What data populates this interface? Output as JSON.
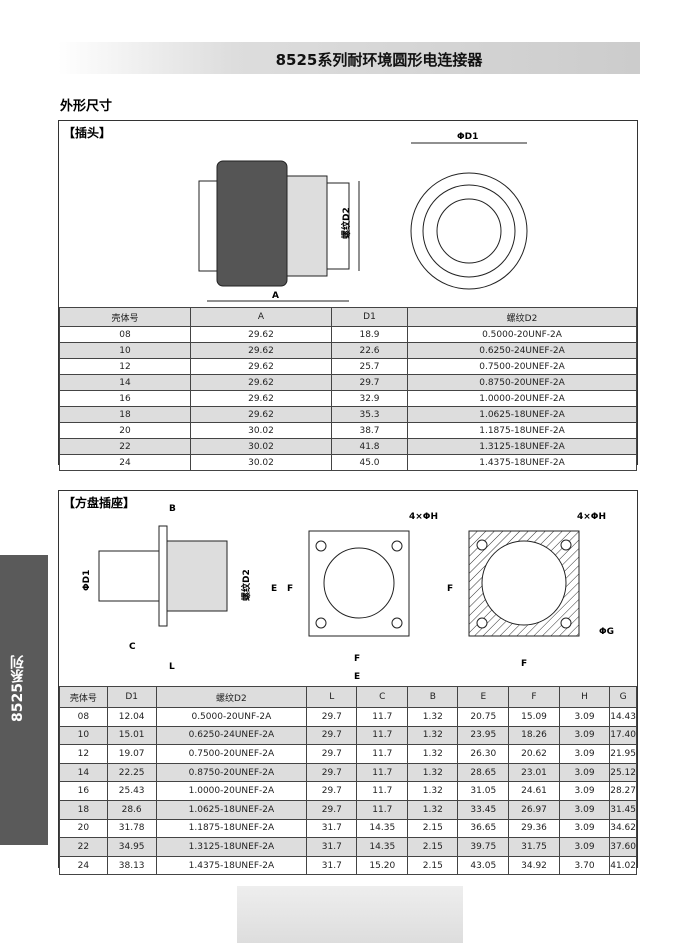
{
  "header": {
    "title": "8525系列耐环境圆形电连接器"
  },
  "section_title": "外形尺寸",
  "side_tab": "8525系列",
  "plug": {
    "label": "【插头】",
    "dims": {
      "A": "A",
      "D1": "ΦD1",
      "D2": "螺纹D2"
    },
    "columns": [
      "壳体号",
      "A",
      "D1",
      "螺纹D2"
    ],
    "rows": [
      [
        "08",
        "29.62",
        "18.9",
        "0.5000-20UNF-2A"
      ],
      [
        "10",
        "29.62",
        "22.6",
        "0.6250-24UNEF-2A"
      ],
      [
        "12",
        "29.62",
        "25.7",
        "0.7500-20UNEF-2A"
      ],
      [
        "14",
        "29.62",
        "29.7",
        "0.8750-20UNEF-2A"
      ],
      [
        "16",
        "29.62",
        "32.9",
        "1.0000-20UNEF-2A"
      ],
      [
        "18",
        "29.62",
        "35.3",
        "1.0625-18UNEF-2A"
      ],
      [
        "20",
        "30.02",
        "38.7",
        "1.1875-18UNEF-2A"
      ],
      [
        "22",
        "30.02",
        "41.8",
        "1.3125-18UNEF-2A"
      ],
      [
        "24",
        "30.02",
        "45.0",
        "1.4375-18UNEF-2A"
      ]
    ]
  },
  "receptacle": {
    "label": "【方盘插座】",
    "dims": {
      "B": "B",
      "D1": "ΦD1",
      "D2": "螺纹D2",
      "C": "C",
      "L": "L",
      "E": "E",
      "F": "F",
      "H": "4×ΦH",
      "G": "ΦG"
    },
    "columns": [
      "壳体号",
      "D1",
      "螺纹D2",
      "L",
      "C",
      "B",
      "E",
      "F",
      "H",
      "G"
    ],
    "rows": [
      [
        "08",
        "12.04",
        "0.5000-20UNF-2A",
        "29.7",
        "11.7",
        "1.32",
        "20.75",
        "15.09",
        "3.09",
        "14.43"
      ],
      [
        "10",
        "15.01",
        "0.6250-24UNEF-2A",
        "29.7",
        "11.7",
        "1.32",
        "23.95",
        "18.26",
        "3.09",
        "17.40"
      ],
      [
        "12",
        "19.07",
        "0.7500-20UNEF-2A",
        "29.7",
        "11.7",
        "1.32",
        "26.30",
        "20.62",
        "3.09",
        "21.95"
      ],
      [
        "14",
        "22.25",
        "0.8750-20UNEF-2A",
        "29.7",
        "11.7",
        "1.32",
        "28.65",
        "23.01",
        "3.09",
        "25.12"
      ],
      [
        "16",
        "25.43",
        "1.0000-20UNEF-2A",
        "29.7",
        "11.7",
        "1.32",
        "31.05",
        "24.61",
        "3.09",
        "28.27"
      ],
      [
        "18",
        "28.6",
        "1.0625-18UNEF-2A",
        "29.7",
        "11.7",
        "1.32",
        "33.45",
        "26.97",
        "3.09",
        "31.45"
      ],
      [
        "20",
        "31.78",
        "1.1875-18UNEF-2A",
        "31.7",
        "14.35",
        "2.15",
        "36.65",
        "29.36",
        "3.09",
        "34.62"
      ],
      [
        "22",
        "34.95",
        "1.3125-18UNEF-2A",
        "31.7",
        "14.35",
        "2.15",
        "39.75",
        "31.75",
        "3.09",
        "37.60"
      ],
      [
        "24",
        "38.13",
        "1.4375-18UNEF-2A",
        "31.7",
        "15.20",
        "2.15",
        "43.05",
        "34.92",
        "3.70",
        "41.02"
      ]
    ]
  }
}
